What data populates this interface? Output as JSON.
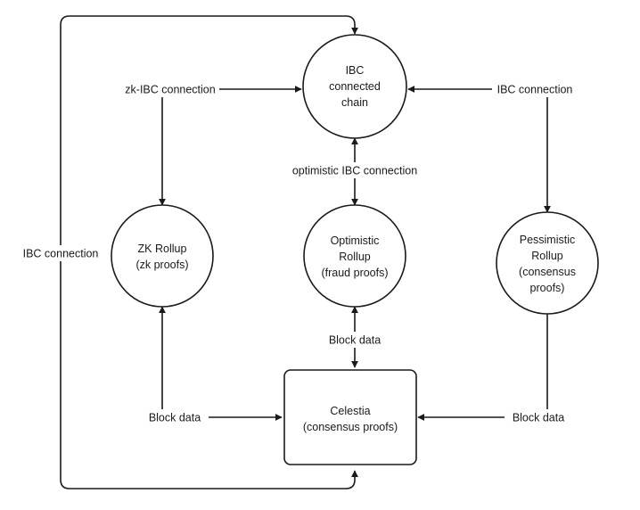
{
  "nodes": {
    "ibc_chain": [
      "IBC",
      "connected",
      "chain"
    ],
    "zk_rollup": [
      "ZK Rollup",
      "(zk proofs)"
    ],
    "optimistic_rollup": [
      "Optimistic",
      "Rollup",
      "(fraud proofs)"
    ],
    "pessimistic_rollup": [
      "Pessimistic",
      "Rollup",
      "(consensus",
      "proofs)"
    ],
    "celestia": [
      "Celestia",
      "(consensus proofs)"
    ]
  },
  "edges": {
    "zk_ibc": "zk-IBC connection",
    "ibc_right": "IBC connection",
    "optimistic_ibc": "optimistic IBC connection",
    "ibc_left": "IBC connection",
    "block_data_center": "Block data",
    "block_data_left": "Block data",
    "block_data_right": "Block data"
  }
}
